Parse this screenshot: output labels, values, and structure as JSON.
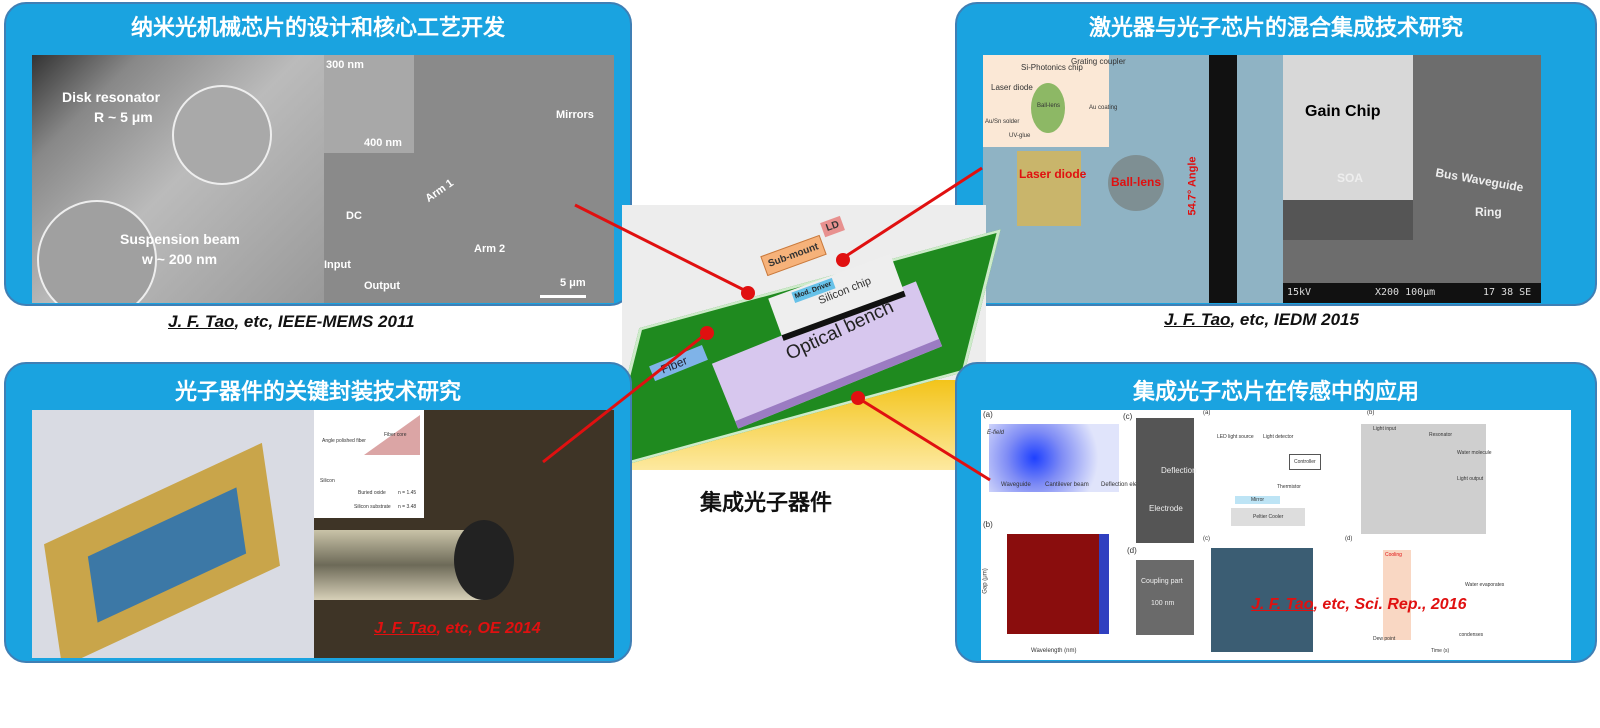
{
  "panels": {
    "top_left": {
      "title": "纳米光机械芯片的设计和核心工艺开发",
      "labels": [
        "Disk resonator",
        "R ~ 5 μm",
        "Suspension beam",
        "w ~ 200 nm",
        "300 nm",
        "400 nm",
        "Mirrors",
        "Arm 1",
        "Arm 2",
        "DC",
        "Input",
        "Output",
        "5 μm"
      ],
      "citation_author": "J. F. Tao",
      "citation_rest": ", etc, IEEE-MEMS 2011"
    },
    "top_right": {
      "title": "激光器与光子芯片的混合集成技术研究",
      "labels": [
        "Si-Photonics chip",
        "Grating coupler",
        "Laser diode",
        "Ball-lens",
        "Au/Sn solder",
        "UV-glue",
        "Au coating",
        "Laser diode",
        "Ball-lens",
        "54.7° Angle",
        "Gain Chip",
        "SOA",
        "Bus Waveguide",
        "Ring",
        "15kV",
        "X200 100μm",
        "17 38 SE"
      ],
      "citation_author": "J. F. Tao",
      "citation_rest": ", etc, IEDM 2015"
    },
    "bottom_left": {
      "title": "光子器件的关键封装技术研究",
      "labels": [
        "Angle polished fiber",
        "Fiber core",
        "Silicon",
        "Buried oxide",
        "Silicon substrate",
        "n = 1.45",
        "n = 3.48"
      ],
      "citation_author": "J. F. Tao",
      "citation_rest": ", etc, OE 2014"
    },
    "bottom_right": {
      "title": "集成光子芯片在传感中的应用",
      "labels": [
        "(a)",
        "E-field",
        "Waveguide",
        "Cantilever beam",
        "Deflection electrode",
        "(b)",
        "Wavelength (nm)",
        "Gap (μm)",
        "(c)",
        "Electrode",
        "Deflection",
        "(d)",
        "Coupling part",
        "100 nm",
        "(a)",
        "LED light source",
        "Light detector",
        "Controller",
        "Mirror",
        "Thermistor",
        "Peltier Cooler",
        "(b)",
        "Light input",
        "Resonator",
        "Water molecule",
        "Light output",
        "(c)",
        "(d)",
        "Cooling",
        "Water evaporates",
        "condenses",
        "Dew point",
        "Time (s)"
      ],
      "citation_author": "J. F. Tao",
      "citation_rest": ", etc, Sci. Rep., 2016"
    }
  },
  "center": {
    "components": [
      "Sub-mount",
      "LD",
      "Mod. Driver",
      "Silicon chip",
      "Optical bench",
      "Fiber"
    ],
    "caption": "集成光子器件"
  },
  "colors": {
    "panel": "#1aa3e0",
    "connector": "#e01010",
    "pcb": "#1f8a1f"
  }
}
